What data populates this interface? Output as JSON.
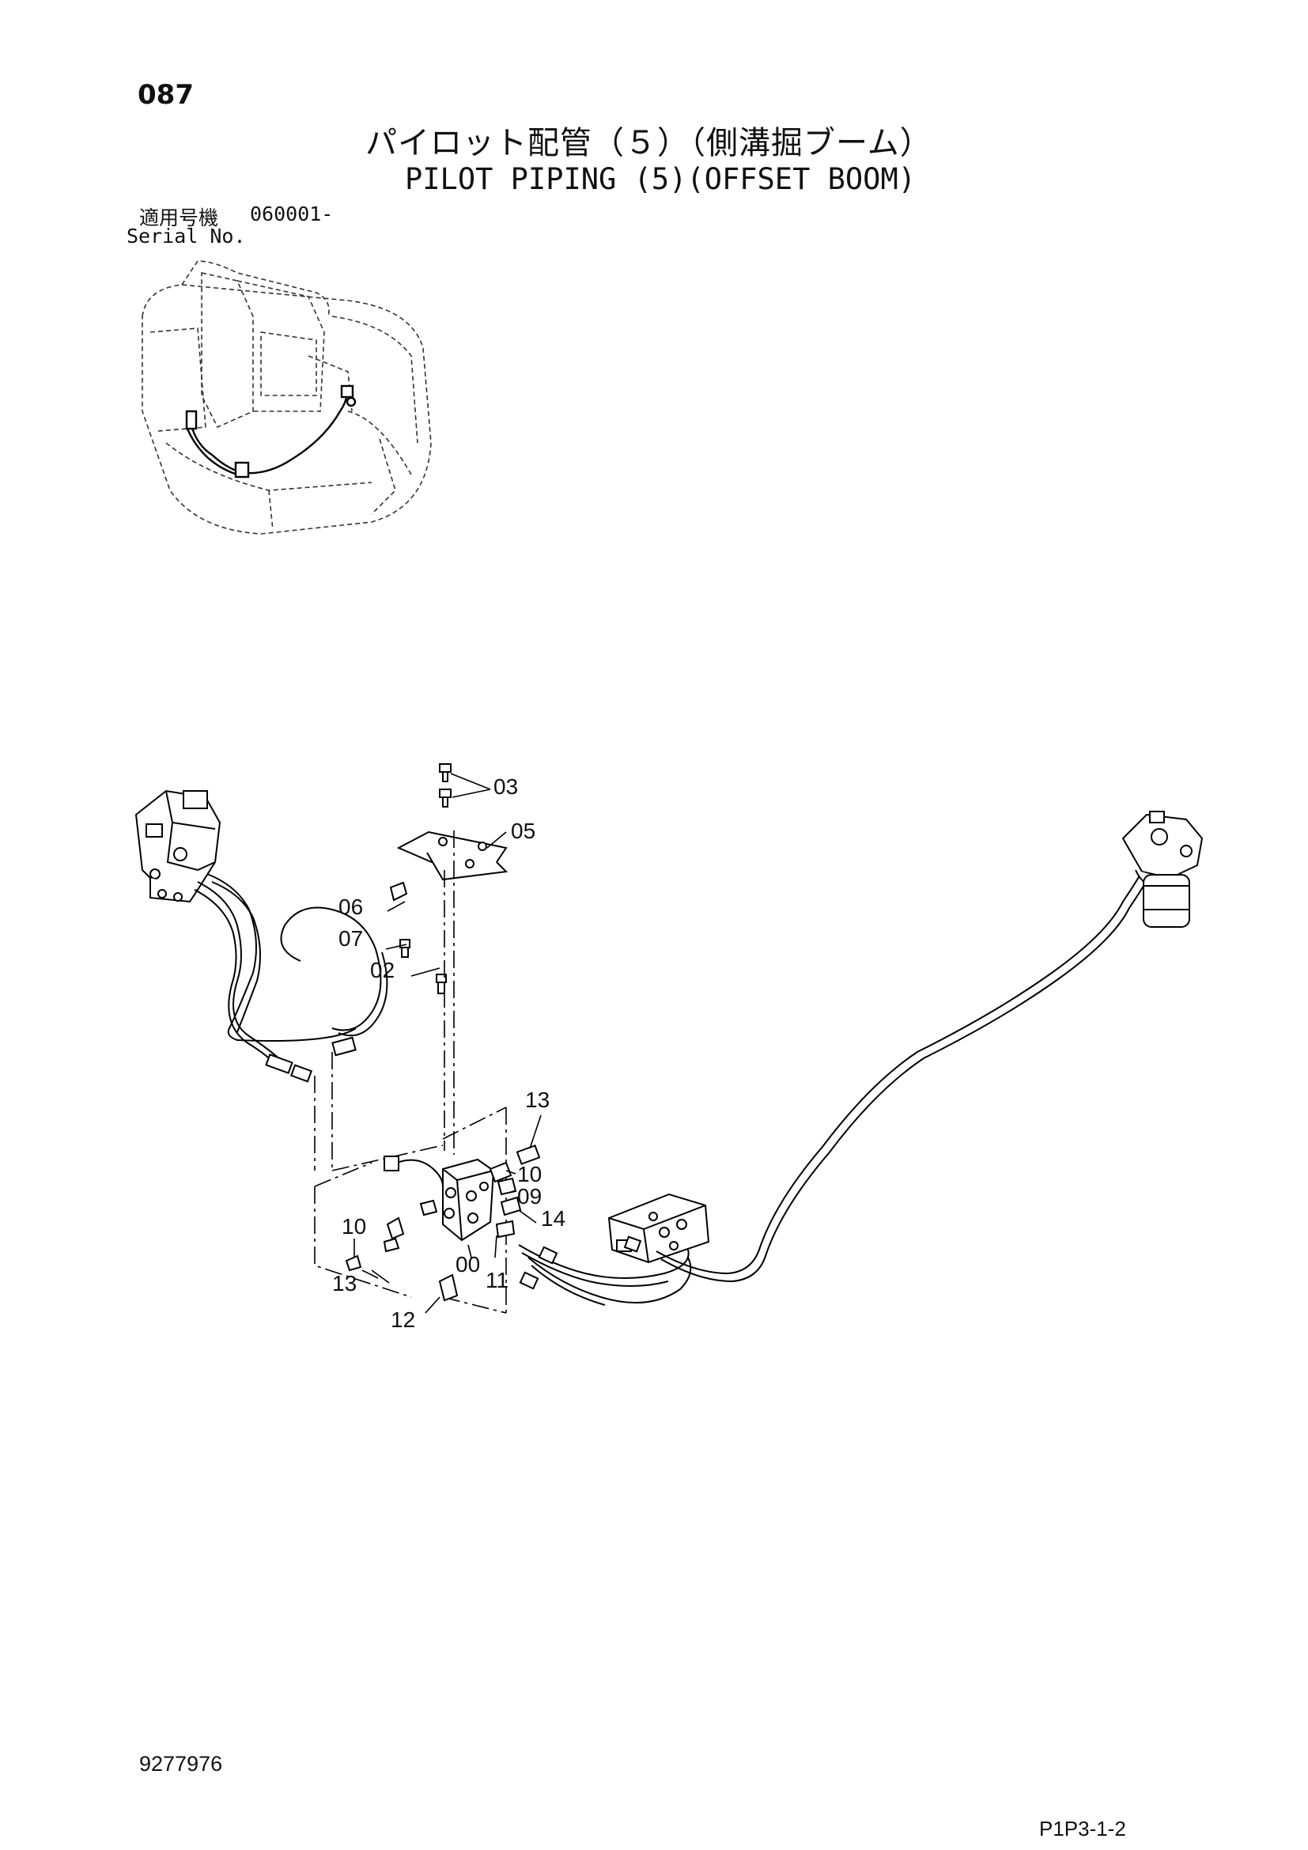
{
  "header": {
    "page_number": "087",
    "title_ja": "パイロット配管（５）（側溝掘ブーム）",
    "title_en": "PILOT PIPING (5)(OFFSET BOOM)",
    "serial_label_ja": "適用号機",
    "serial_value": "060001-",
    "serial_label_en": "Serial No."
  },
  "callouts": [
    "03",
    "05",
    "06",
    "07",
    "02",
    "13",
    "10",
    "09",
    "14",
    "10",
    "13",
    "00",
    "11",
    "12"
  ],
  "footer": {
    "document_code": "9277976",
    "page_code": "P1P3-1-2"
  }
}
